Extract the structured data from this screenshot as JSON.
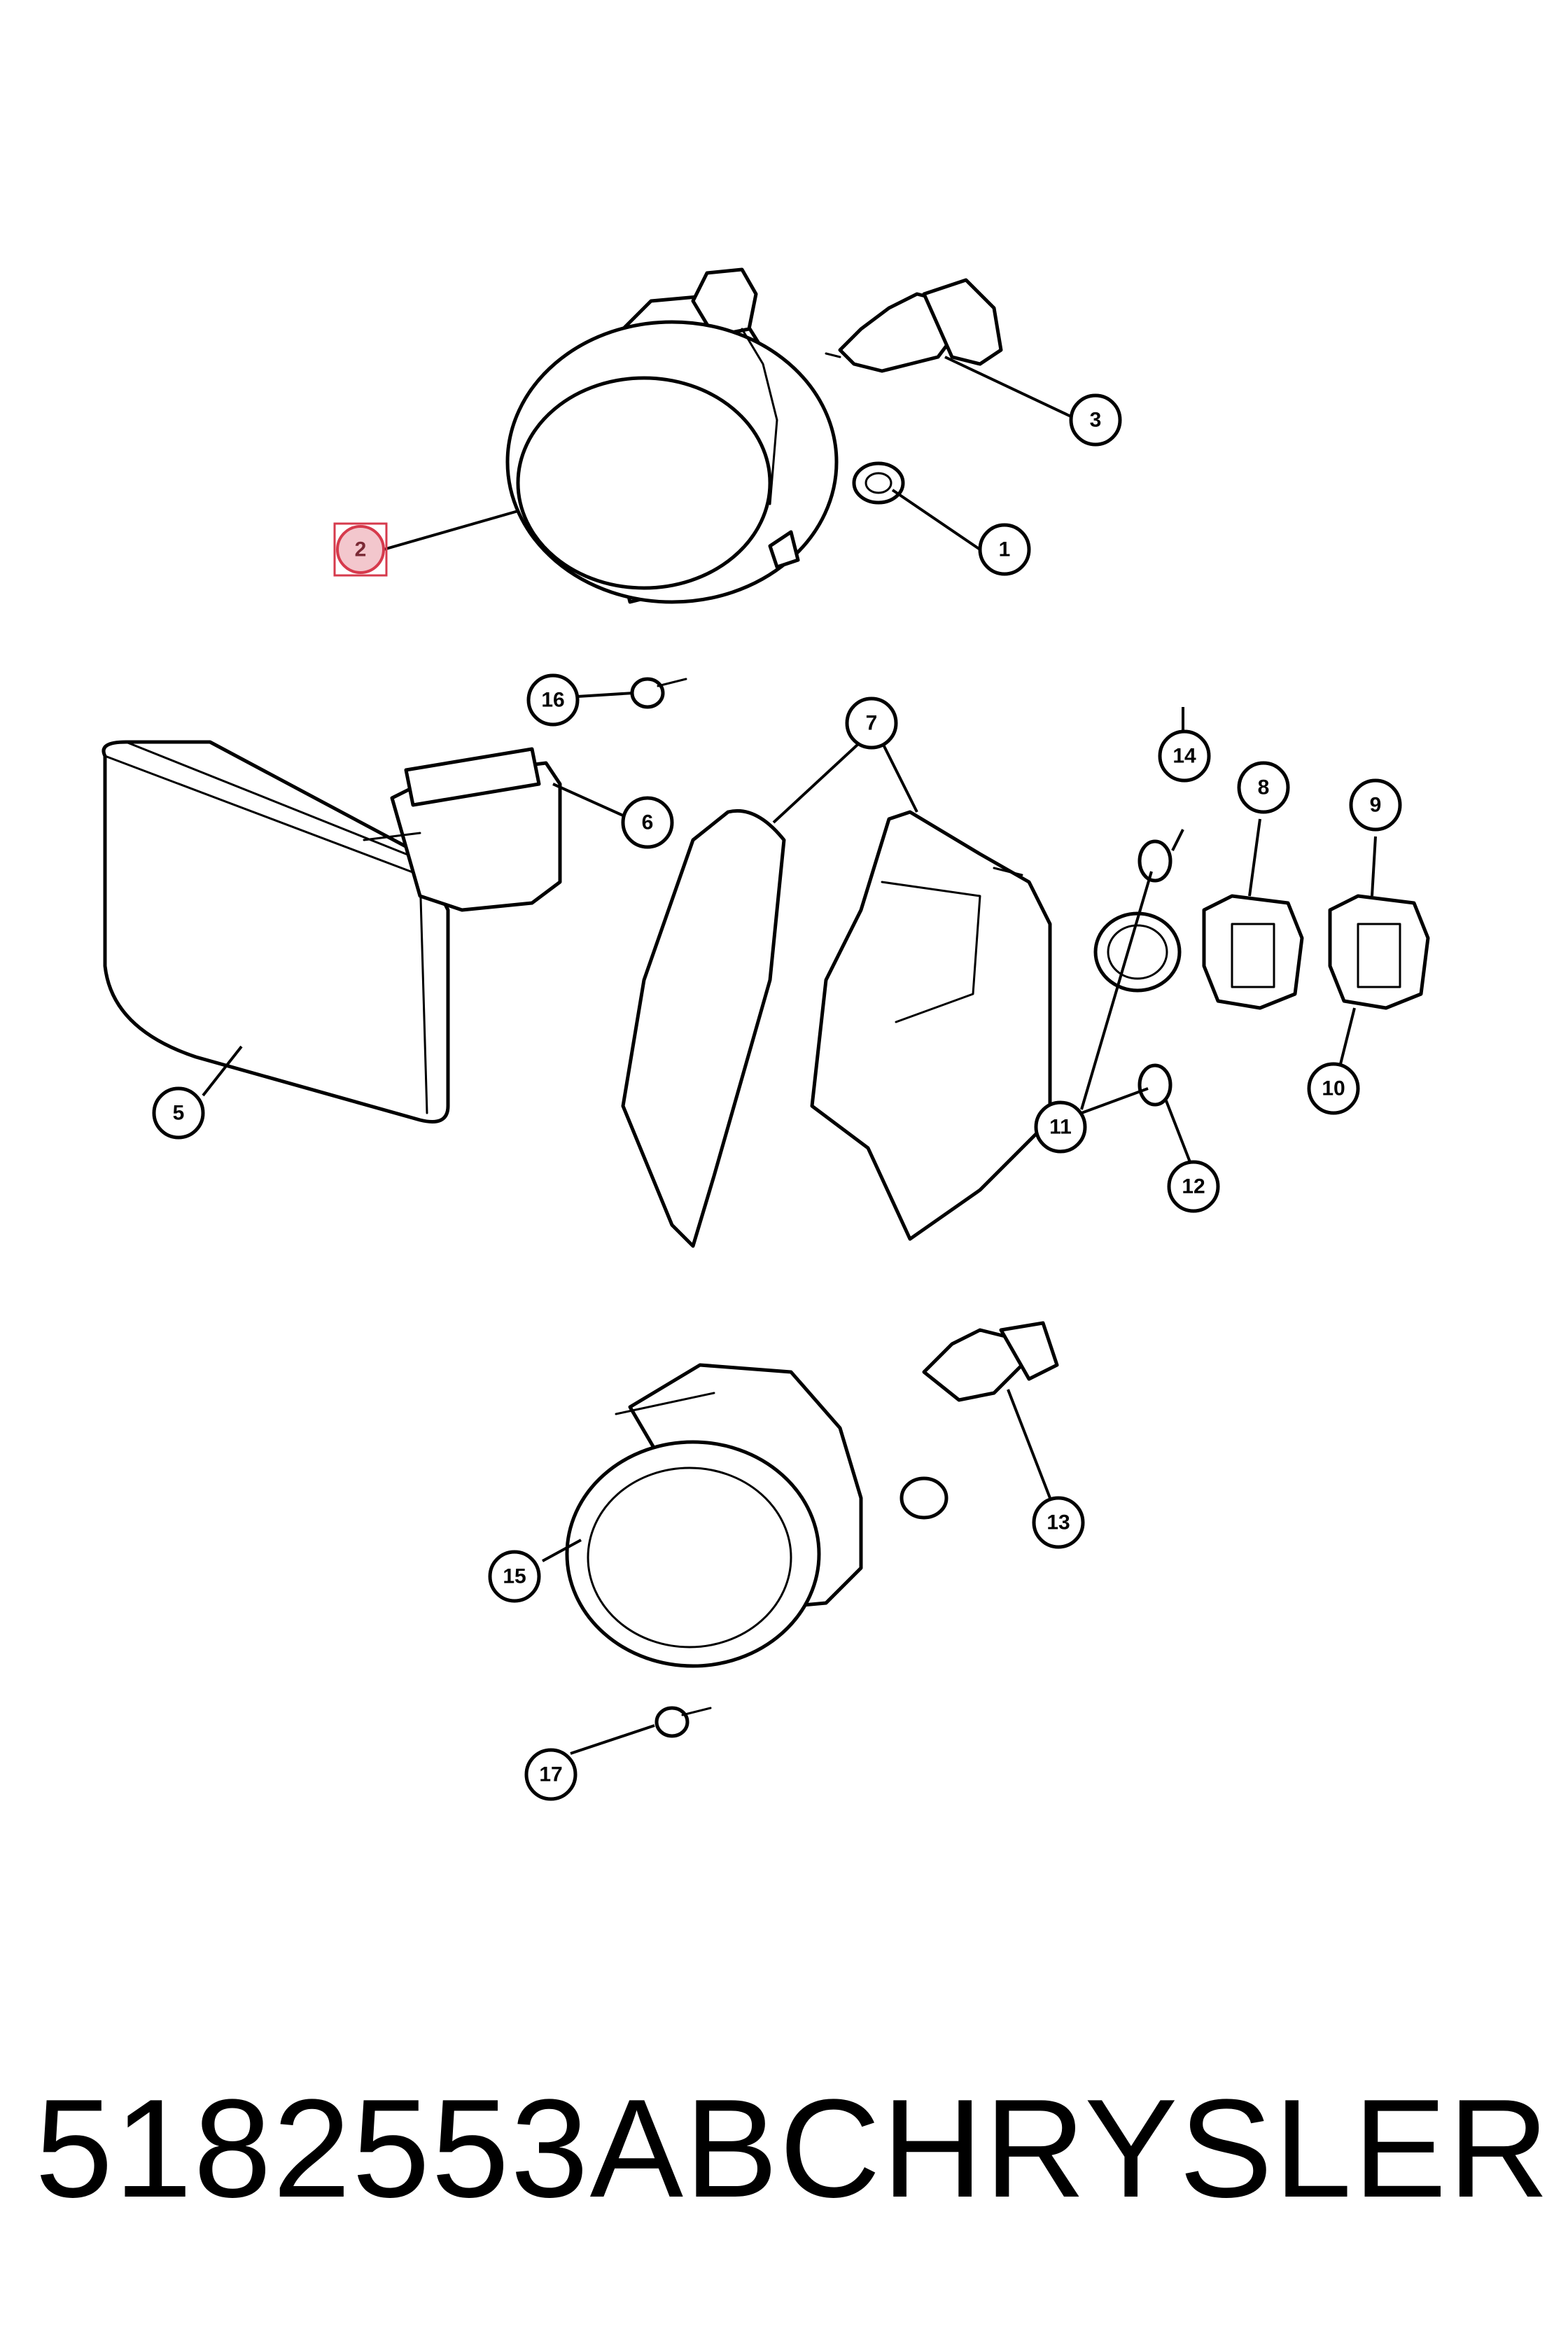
{
  "footer": {
    "part_number": "5182553AB",
    "brand": "CHRYSLER"
  },
  "callouts": [
    "1",
    "2",
    "3",
    "5",
    "6",
    "7",
    "8",
    "9",
    "10",
    "11",
    "12",
    "13",
    "14",
    "15",
    "16",
    "17"
  ],
  "selected_callout": "2",
  "colors": {
    "highlight": "#e8a0a8",
    "highlight_border": "#d63a4c",
    "ink": "#000000"
  }
}
